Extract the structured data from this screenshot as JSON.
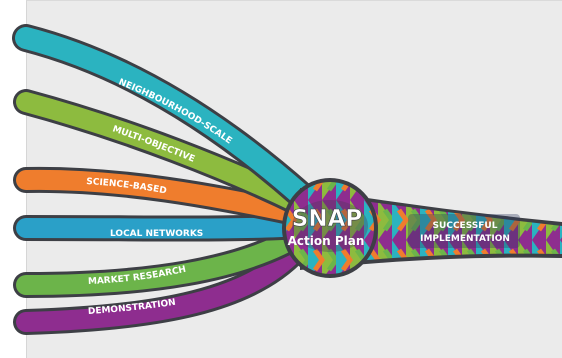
{
  "diagram": {
    "strands": [
      {
        "label": "NEIGHBOURHOOD-SCALE",
        "color": "#2bb3c0"
      },
      {
        "label": "MULTI-OBJECTIVE",
        "color": "#8dbb3f"
      },
      {
        "label": "SCIENCE-BASED",
        "color": "#ef7d2d"
      },
      {
        "label": "LOCAL NETWORKS",
        "color": "#2aa0c8"
      },
      {
        "label": "MARKET RESEARCH",
        "color": "#6cb44a"
      },
      {
        "label": "DEMONSTRATION",
        "color": "#8e2d8f"
      }
    ],
    "center_title": "SNAP",
    "center_subtitle": "Action Plan",
    "outcome_line1": "SUCCESSFUL",
    "outcome_line2": "IMPLEMENTATION",
    "outline_color": "#3d3f45"
  }
}
